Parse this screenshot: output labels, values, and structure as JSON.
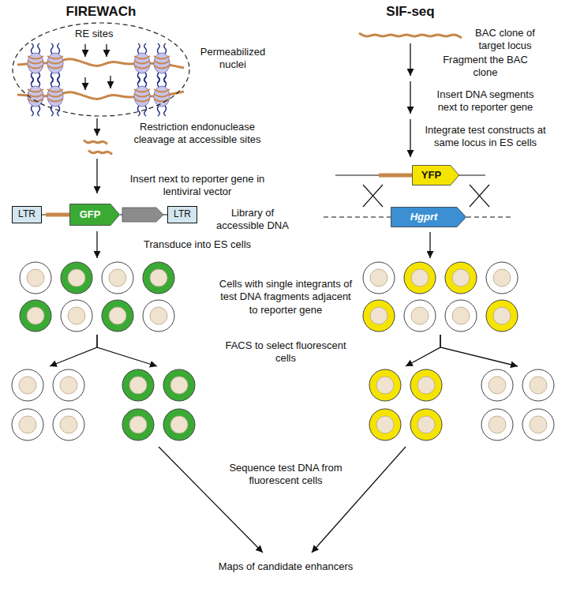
{
  "diagram": {
    "nodes": [
      {
        "text": [
          "RE sites"
        ]
      },
      {
        "text": [
          "LTR"
        ]
      },
      {
        "text": [
          "GFP"
        ]
      },
      {
        "text": [
          "LTR"
        ]
      },
      {
        "text": [
          "YFP"
        ]
      },
      {
        "text": [
          "Hgprt"
        ]
      }
    ],
    "edges": [
      {
        "from": 1,
        "to": 2,
        "arrow": "none"
      },
      {
        "from": 2,
        "to": 3,
        "arrow": "none"
      }
    ],
    "labels": [
      "FIREWACh",
      "SIF-seq",
      "Permeabilized nuclei",
      "BAC clone of target locus",
      "Fragment the BAC clone",
      "Insert DNA segments next to reporter gene",
      "Integrate test constructs at same locus in ES cells",
      "Restriction endonuclease cleavage at accessible sites",
      "Insert next to reporter gene in lentiviral vector",
      "Library of accessible DNA",
      "Transduce into ES cells",
      "Cells with single integrants of test DNA fragments adjacent to reporter gene",
      "FACS to select fluorescent cells",
      "Sequence test DNA from fluorescent cells",
      "Maps of candidate enhancers"
    ]
  }
}
